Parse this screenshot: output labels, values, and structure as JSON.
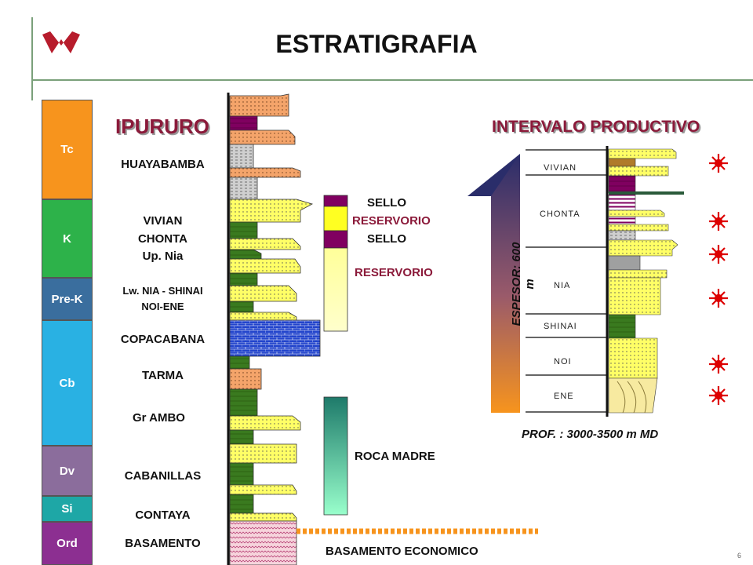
{
  "title": "ESTRATIGRAFIA",
  "column_title": "IPURURO",
  "interval_title": "INTERVALO PRODUCTIVO",
  "eras": [
    {
      "label": "Tc",
      "color": "#f7941d"
    },
    {
      "label": "K",
      "color": "#2db24a"
    },
    {
      "label": "Pre-K",
      "color": "#3a6e9e"
    },
    {
      "label": "Cb",
      "color": "#29b1e3"
    },
    {
      "label": "Dv",
      "color": "#8b6d9c"
    },
    {
      "label": "Si",
      "color": "#1ea7a6"
    },
    {
      "label": "Ord",
      "color": "#8c2f91"
    }
  ],
  "formations": {
    "huayabamba": "HUAYABAMBA",
    "vivian": "VIVIAN",
    "chonta": "CHONTA",
    "up_nia": "Up. Nia",
    "lw_nia": "Lw. NIA - SHINAI",
    "noi_ene": "NOI-ENE",
    "copacabana": "COPACABANA",
    "tarma": "TARMA",
    "gr_ambo": "Gr AMBO",
    "cabanillas": "CABANILLAS",
    "contaya": "CONTAYA",
    "basamento": "BASAMENTO"
  },
  "system_labels": {
    "sello1": "SELLO",
    "reservorio1": "RESERVORIO",
    "sello2": "SELLO",
    "reservorio2": "RESERVORIO",
    "roca_madre": "ROCA MADRE",
    "basamento_economico": "BASAMENTO ECONOMICO"
  },
  "interval": {
    "vivian": "VIVIAN",
    "chonta": "CHONTA",
    "nia": "NIA",
    "shinai": "SHINAI",
    "noi": "NOI",
    "ene": "ENE",
    "espesor": "ESPESOR: 600 m",
    "prof": "PROF. : 3000-3500 m MD"
  },
  "page_number": "6",
  "colors": {
    "sandstone": "#ffff66",
    "shale_green": "#3a7a1f",
    "seal": "#800060",
    "limestone": "#2244cc",
    "orange_sand": "#f4a46a",
    "accent": "#8b1a3a",
    "star": "#dd0000"
  }
}
